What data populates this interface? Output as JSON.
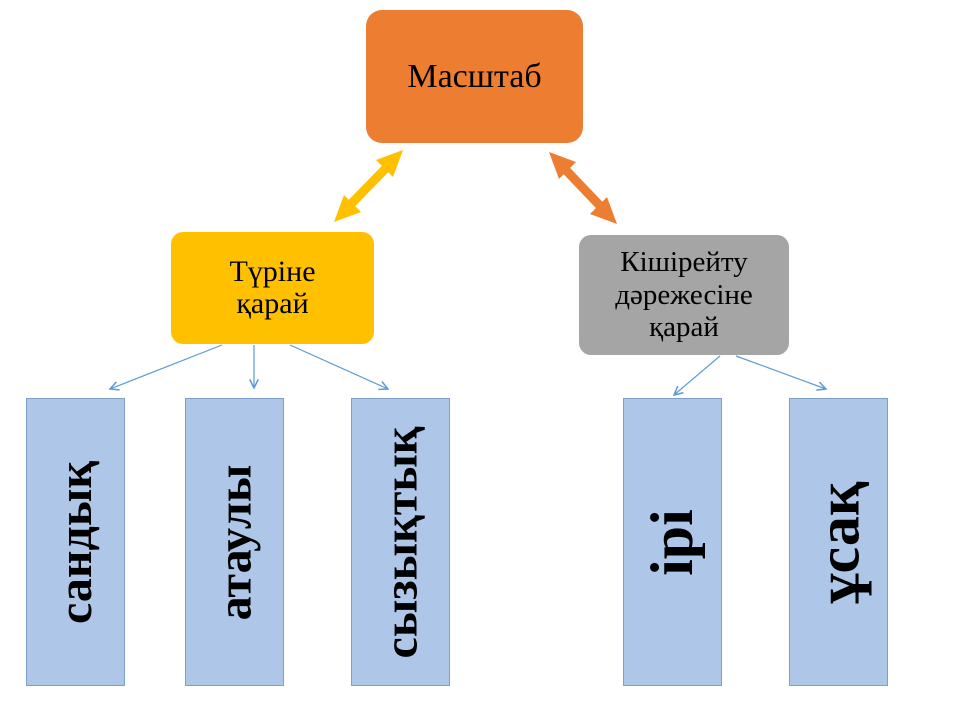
{
  "diagram": {
    "root": {
      "label": "Масштаб",
      "color": "#ed7d31"
    },
    "branches": [
      {
        "label_lines": [
          "Түріне",
          "қарай"
        ],
        "color": "#ffc000",
        "arrow_color": "#ffc000",
        "leaves": [
          "сандық",
          "атаулы",
          "сызықтық"
        ]
      },
      {
        "label_lines": [
          "Кішірейту",
          "дәрежесіне",
          "қарай"
        ],
        "color": "#a5a5a5",
        "arrow_color": "#ed7d31",
        "leaves": [
          "ірі",
          "ұсақ"
        ]
      }
    ],
    "leaf_color": "#aec7e8",
    "connector_color": "#5b9bd5"
  }
}
